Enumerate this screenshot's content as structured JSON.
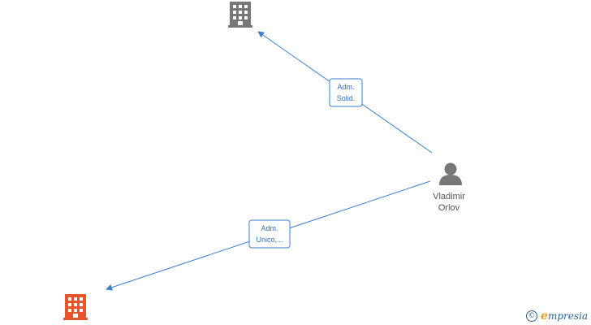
{
  "nodes": {
    "company_top": {
      "type": "company",
      "icon": "building-icon",
      "color": "#777777"
    },
    "company_bottom": {
      "type": "company",
      "icon": "building-icon",
      "color": "#e8542b"
    },
    "person": {
      "type": "person",
      "icon": "person-icon",
      "color": "#777777",
      "name_line1": "Vladimir",
      "name_line2": "Orlov"
    }
  },
  "edges": [
    {
      "from": "person",
      "to": "company_top",
      "label_line1": "Adm.",
      "label_line2": "Solid."
    },
    {
      "from": "person",
      "to": "company_bottom",
      "label_line1": "Adm.",
      "label_line2": "Unico,..."
    }
  ],
  "colors": {
    "edge": "#3a7fd1"
  },
  "watermark": {
    "copyright_symbol": "©",
    "brand_initial": "e",
    "brand_rest": "mpresia"
  }
}
